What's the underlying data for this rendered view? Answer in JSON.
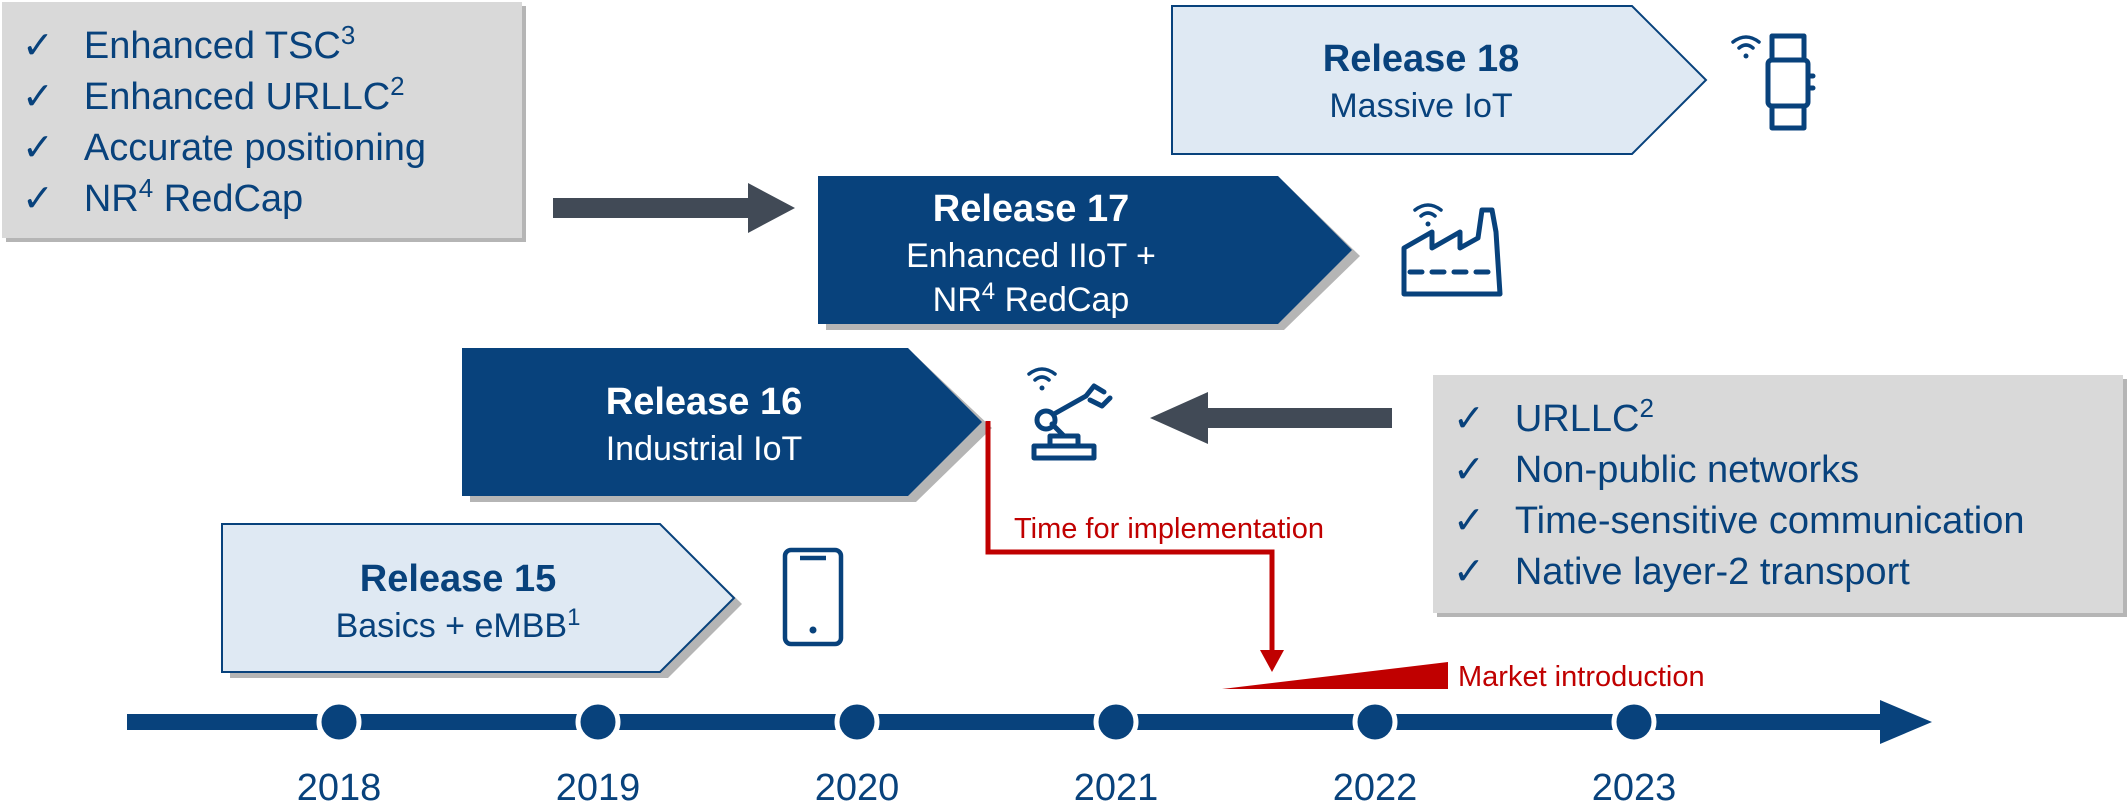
{
  "colors": {
    "dark_blue": "#08427c",
    "light_blue_fill": "#dfe9f3",
    "gray_box": "#d9d9d9",
    "dark_gray_arrow": "#414a56",
    "red": "#c00000",
    "white": "#ffffff"
  },
  "releases": {
    "r15": {
      "title": "Release 15",
      "subtitle": "Basics + eMBB",
      "subtitle_sup": "1",
      "icon": "smartphone-icon"
    },
    "r16": {
      "title": "Release 16",
      "subtitle": "Industrial IoT",
      "icon": "robot-arm-icon"
    },
    "r17": {
      "title": "Release 17",
      "line1": "Enhanced IIoT +",
      "line2_pre": "NR",
      "line2_sup": "4",
      "line2_post": " RedCap",
      "icon": "factory-icon"
    },
    "r18": {
      "title": "Release 18",
      "subtitle": "Massive IoT",
      "icon": "smartwatch-icon"
    }
  },
  "rel17_features": {
    "check": "✓",
    "items": [
      {
        "pre": "Enhanced TSC",
        "sup": "3",
        "post": ""
      },
      {
        "pre": "Enhanced URLLC",
        "sup": "2",
        "post": ""
      },
      {
        "pre": "Accurate positioning",
        "sup": "",
        "post": ""
      },
      {
        "pre": "NR",
        "sup": "4",
        "post": " RedCap"
      }
    ]
  },
  "rel16_features": {
    "check": "✓",
    "items": [
      {
        "pre": "URLLC",
        "sup": "2",
        "post": ""
      },
      {
        "pre": "Non-public networks",
        "sup": "",
        "post": ""
      },
      {
        "pre": "Time-sensitive communication",
        "sup": "",
        "post": ""
      },
      {
        "pre": "Native layer-2 transport",
        "sup": "",
        "post": ""
      }
    ]
  },
  "annotations": {
    "implementation": "Time for implementation",
    "market": "Market introduction"
  },
  "timeline": {
    "years": [
      "2018",
      "2019",
      "2020",
      "2021",
      "2022",
      "2023"
    ]
  }
}
